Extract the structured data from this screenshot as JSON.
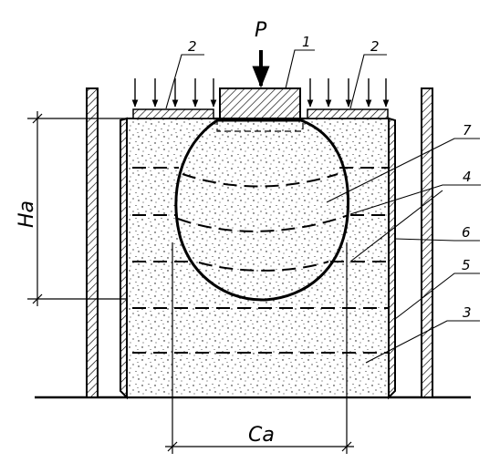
{
  "labels": {
    "load": "P",
    "height": "Ha",
    "width": "Ca",
    "callouts": [
      "1",
      "2",
      "2",
      "3",
      "4",
      "5",
      "6",
      "7"
    ]
  },
  "colors": {
    "ink": "#000000",
    "background": "#ffffff"
  }
}
